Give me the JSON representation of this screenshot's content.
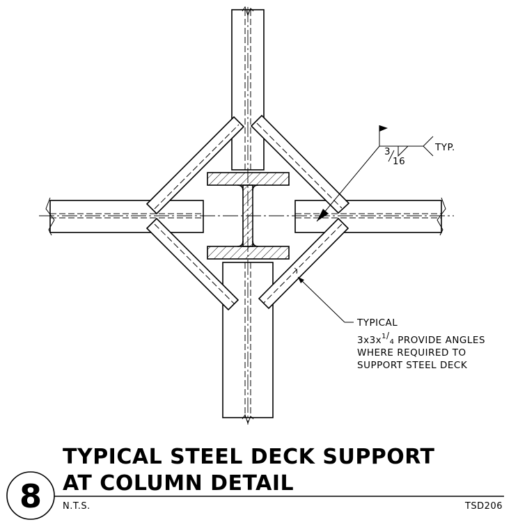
{
  "weld": {
    "size_numerator": "3",
    "size_denominator": "16",
    "tail_note": "TYP."
  },
  "callout": {
    "line1": "TYPICAL",
    "line2_prefix": "3x3x",
    "line2_frac_num": "1",
    "line2_frac_den": "4",
    "line2_suffix": " PROVIDE ANGLES",
    "line3": "WHERE REQUIRED TO",
    "line4": "SUPPORT STEEL DECK"
  },
  "title": {
    "detail_number": "8",
    "line1": "TYPICAL STEEL DECK SUPPORT",
    "line2": "AT COLUMN DETAIL",
    "scale": "N.T.S.",
    "sheet_ref": "TSD206"
  }
}
